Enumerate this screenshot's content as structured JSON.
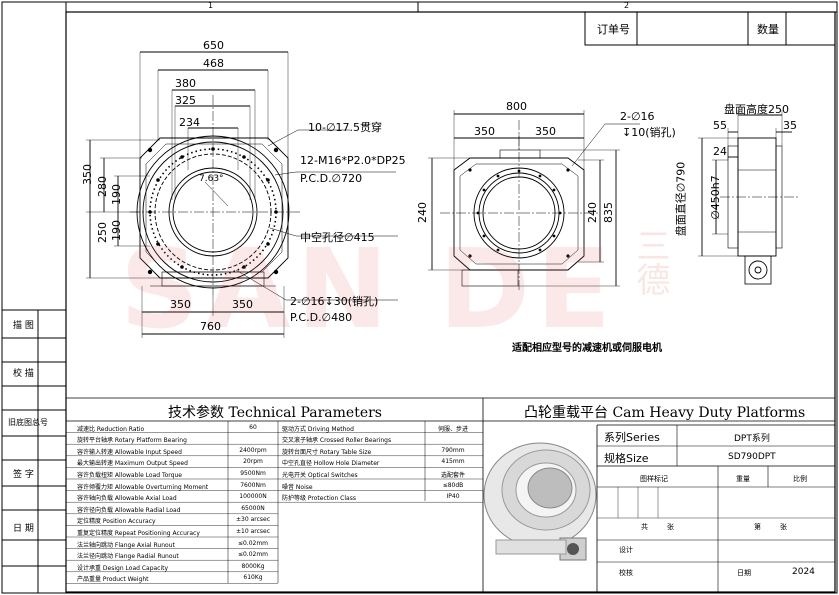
{
  "frame": {
    "zone_top_1": "1",
    "zone_top_2": "2"
  },
  "order_box": {
    "order_label": "订单号",
    "qty_label": "数量"
  },
  "side_labels": {
    "draw": "描 图",
    "check": "校 描",
    "old_no": "旧底图总号",
    "sign": "签 字",
    "date": "日 期"
  },
  "front_view": {
    "dim_650": "650",
    "dim_468": "468",
    "dim_380": "380",
    "dim_325": "325",
    "dim_234": "234",
    "dim_350_v": "350",
    "dim_280": "280",
    "dim_190_a": "190",
    "dim_250": "250",
    "dim_190_b": "190",
    "dim_350_l": "350",
    "dim_350_r": "350",
    "dim_760": "760",
    "angle": "7.63°",
    "note_through": "10-∅17.5贯穿",
    "note_thread": "12-M16*P2.0*DP25",
    "note_pcd720": "P.C.D.∅720",
    "note_hollow": "中空孔径∅415",
    "note_pin": "2-∅16↧30(销孔)",
    "note_pcd480": "P.C.D.∅480"
  },
  "top_view": {
    "dim_800": "800",
    "dim_350_l": "350",
    "dim_350_r": "350",
    "dim_240_l": "240",
    "dim_240_r": "240",
    "dim_835": "835",
    "note_pin_1": "2-∅16",
    "note_pin_2": "↧10(销孔)"
  },
  "side_view": {
    "table_height": "盘面高度250",
    "dim_55": "55",
    "dim_35": "35",
    "dim_24": "24",
    "dia_790": "盘面直径∅790",
    "dia_450": "∅450h7"
  },
  "motor_note": "适配相应型号的减速机或伺服电机",
  "watermark": "SAN DE",
  "watermark_side": "三德",
  "tech_params": {
    "title": "技术参数  Technical Parameters",
    "rows": [
      {
        "l": "减速比  Reduction Ratio",
        "lv": "60",
        "r": "驱动方式  Driving Method",
        "rv": "伺服、步进"
      },
      {
        "l": "旋转平台轴承  Rotary Platform Bearing",
        "lv": "",
        "r": "交叉滚子轴承  Crossed Roller Bearings",
        "rv": ""
      },
      {
        "l": "容许输入转速  Allowable Input Speed",
        "lv": "2400rpm",
        "r": "旋转台面尺寸  Rotary Table Size",
        "rv": "790mm"
      },
      {
        "l": "最大输出转速  Maximum Output Speed",
        "lv": "20rpm",
        "r": "中空孔直径  Hollow Hole Diameter",
        "rv": "415mm"
      },
      {
        "l": "容许负载扭矩  Allowable Load Torque",
        "lv": "9500Nm",
        "r": "光电开关  Optical Switches",
        "rv": "选配套件"
      },
      {
        "l": "容许倾覆力矩  Allowable Overturning Moment",
        "lv": "7600Nm",
        "r": "噪音  Noise",
        "rv": "≤80dB"
      },
      {
        "l": "容许轴向负载  Allowable Axial Load",
        "lv": "100000N",
        "r": "防护等级  Protection Class",
        "rv": "IP40"
      },
      {
        "l": "容许径向负载  Allowable Radial Load",
        "lv": "65000N",
        "r": "",
        "rv": ""
      },
      {
        "l": "定位精度  Position Accuracy",
        "lv": "±30 arcsec",
        "r": "",
        "rv": ""
      },
      {
        "l": "重复定位精度  Repeat Positioning Accuracy",
        "lv": "±10 arcsec",
        "r": "",
        "rv": ""
      },
      {
        "l": "法兰轴向跳动  Flange Axial Runout",
        "lv": "≤0.02mm",
        "r": "",
        "rv": ""
      },
      {
        "l": "法兰径向跳动  Flange Radial Runout",
        "lv": "≤0.02mm",
        "r": "",
        "rv": ""
      },
      {
        "l": "设计承重  Design Load Capacity",
        "lv": "8000Kg",
        "r": "",
        "rv": ""
      },
      {
        "l": "产品重量  Product Weight",
        "lv": "610Kg",
        "r": "",
        "rv": ""
      }
    ]
  },
  "title_block": {
    "title": "凸轮重载平台 Cam Heavy Duty Platforms",
    "series_label": "系列Series",
    "series_value": "DPT系列",
    "spec_label": "规格Size",
    "spec_value": "SD790DPT",
    "sample_mark": "图样标记",
    "weight": "重量",
    "scale": "比例",
    "total": "共",
    "sheets": "张",
    "page": "第",
    "sheet2": "张",
    "design": "设计",
    "proof": "校核",
    "date": "日期",
    "year": "2024"
  }
}
